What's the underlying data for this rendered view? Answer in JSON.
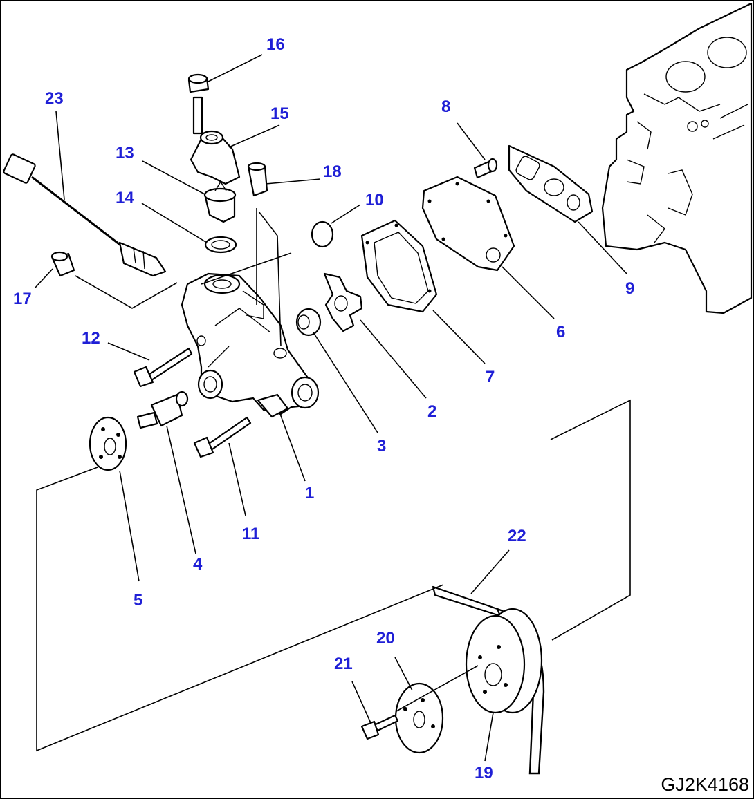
{
  "drawing_code": "GJ2K4168",
  "callout_color": "#1f1fd6",
  "callouts": [
    {
      "id": "1",
      "label": "1"
    },
    {
      "id": "2",
      "label": "2"
    },
    {
      "id": "3",
      "label": "3"
    },
    {
      "id": "4",
      "label": "4"
    },
    {
      "id": "5",
      "label": "5"
    },
    {
      "id": "6",
      "label": "6"
    },
    {
      "id": "7",
      "label": "7"
    },
    {
      "id": "8",
      "label": "8"
    },
    {
      "id": "9",
      "label": "9"
    },
    {
      "id": "10",
      "label": "10"
    },
    {
      "id": "11",
      "label": "11"
    },
    {
      "id": "12",
      "label": "12"
    },
    {
      "id": "13",
      "label": "13"
    },
    {
      "id": "14",
      "label": "14"
    },
    {
      "id": "15",
      "label": "15"
    },
    {
      "id": "16",
      "label": "16"
    },
    {
      "id": "17",
      "label": "17"
    },
    {
      "id": "18",
      "label": "18"
    },
    {
      "id": "19",
      "label": "19"
    },
    {
      "id": "20",
      "label": "20"
    },
    {
      "id": "21",
      "label": "21"
    },
    {
      "id": "22",
      "label": "22"
    },
    {
      "id": "23",
      "label": "23"
    }
  ]
}
